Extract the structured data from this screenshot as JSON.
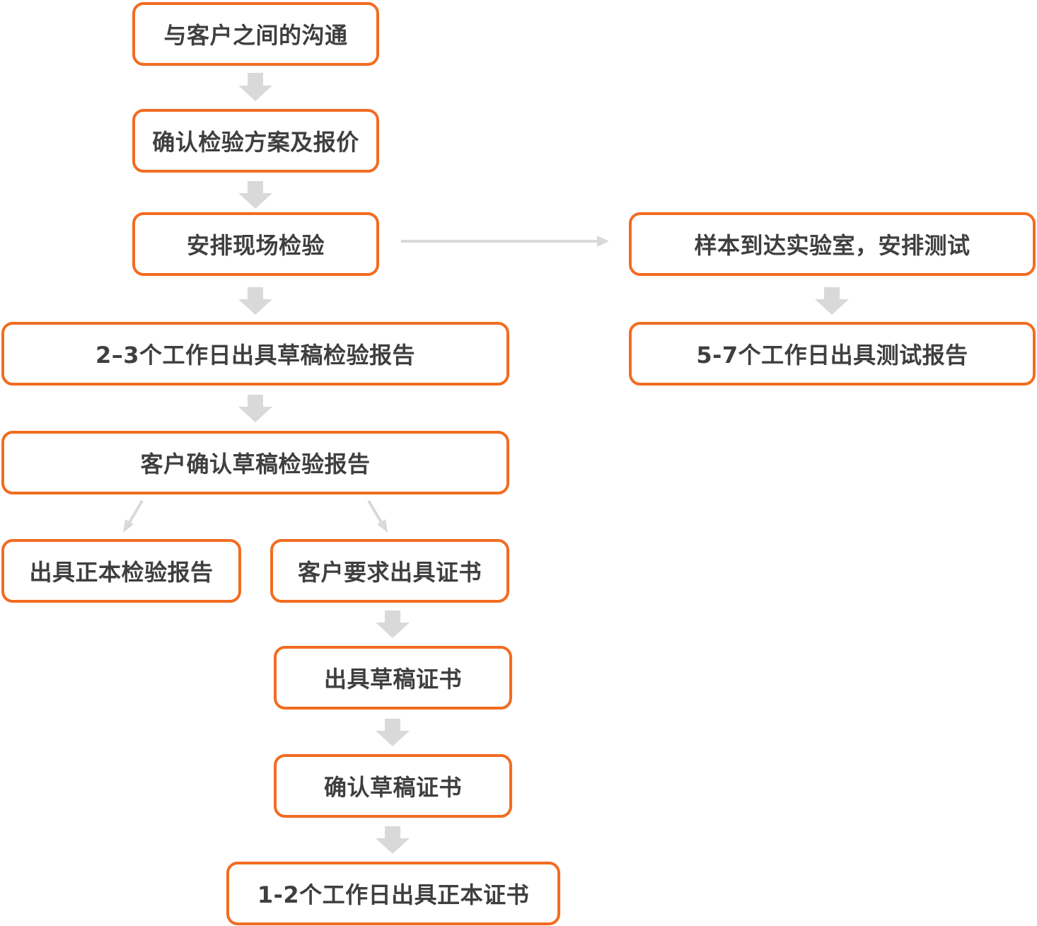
{
  "colors": {
    "box_border": "#f26c21",
    "box_text": "#3f3f3f",
    "arrow": "#d9d9d9",
    "background": "#ffffff"
  },
  "nodes": {
    "communication": "与客户之间的沟通",
    "confirm_plan": "确认检验方案及报价",
    "onsite_inspection": "安排现场检验",
    "draft_report": "2–3个工作日出具草稿检验报告",
    "client_confirm_draft": "客户确认草稿检验报告",
    "final_report": "出具正本检验报告",
    "client_requests_cert": "客户要求出具证书",
    "draft_cert": "出具草稿证书",
    "confirm_draft_cert": "确认草稿证书",
    "final_cert": "1-2个工作日出具正本证书",
    "lab_testing": "样本到达实验室，安排测试",
    "test_report": "5-7个工作日出具测试报告"
  }
}
